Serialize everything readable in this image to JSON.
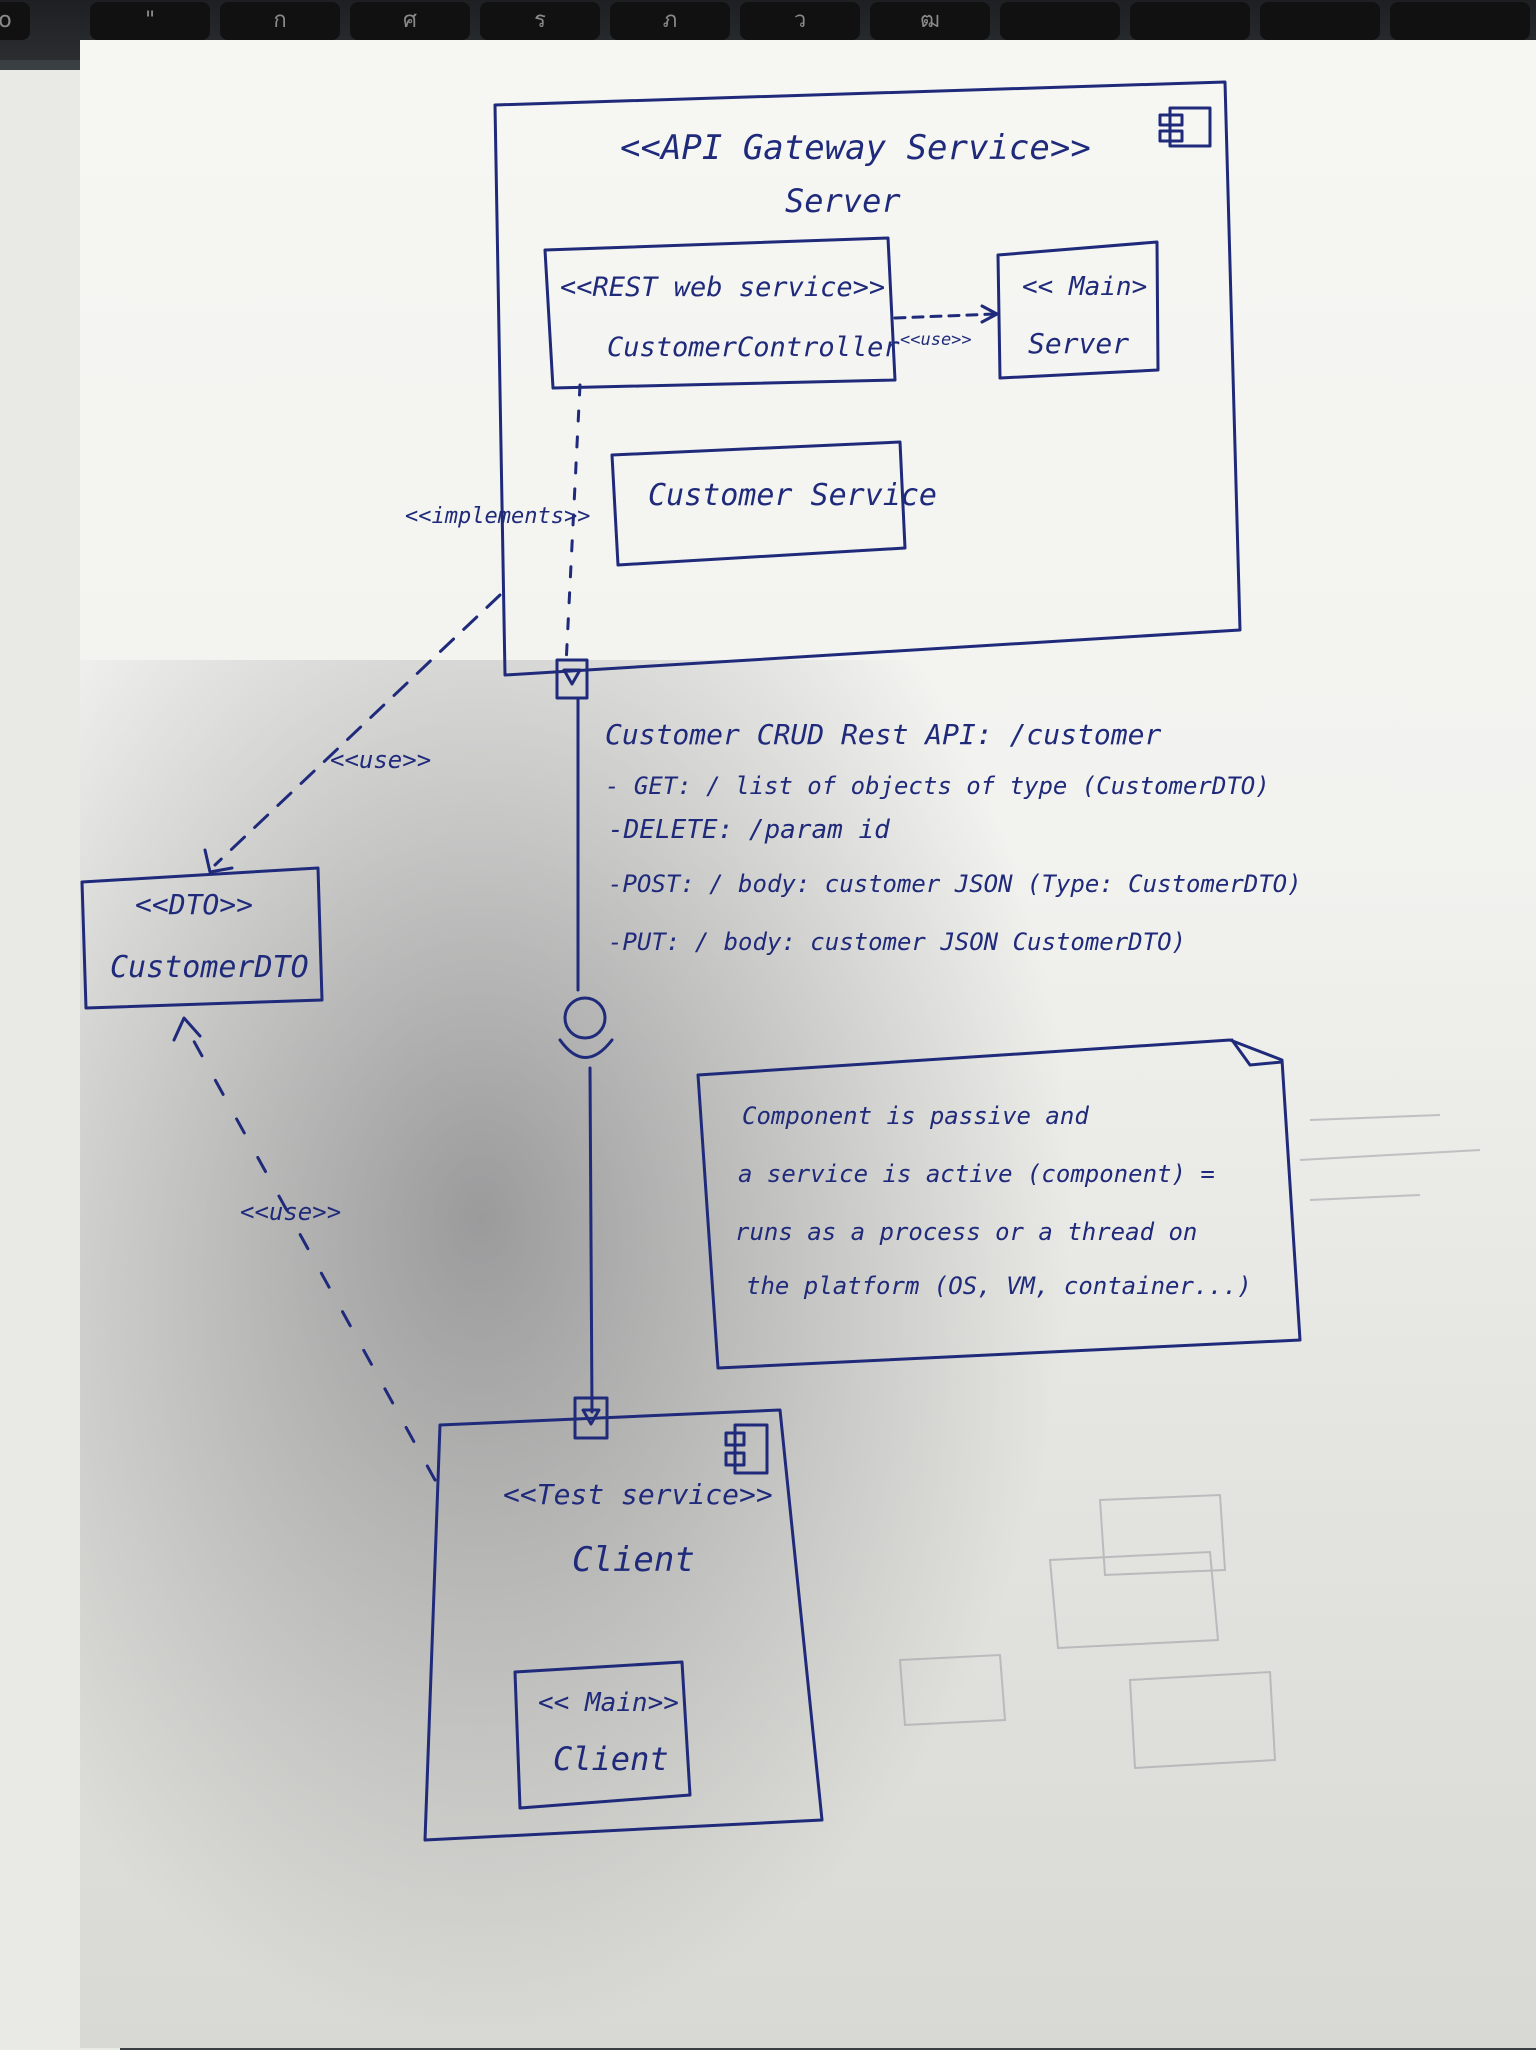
{
  "keyboard": {
    "keys": [
      "o",
      "\"",
      "ก",
      "ศ",
      "ร",
      "ภ",
      "ว",
      "ฒ"
    ]
  },
  "gateway": {
    "stereotype": "<<API Gateway Service>>",
    "name": "Server"
  },
  "controller": {
    "stereotype": "<<REST web service>>",
    "name": "CustomerController"
  },
  "main_server": {
    "stereotype": "<< Main>",
    "name": "Server"
  },
  "customer_service": {
    "name": "Customer Service"
  },
  "edge_use_controller_main": "<<use>>",
  "edge_implements": "<<implements>>",
  "edge_use_dto": "<<use>>",
  "edge_use_client_dto": "<<use>>",
  "dto": {
    "stereotype": "<<DTO>>",
    "name": "CustomerDTO"
  },
  "api": {
    "title": "Customer CRUD Rest API: /customer",
    "lines": [
      "- GET: /  list of objects of type (CustomerDTO)",
      "-DELETE: /param id",
      "-POST: / body: customer JSON (Type: CustomerDTO)",
      "-PUT: / body: customer JSON  CustomerDTO)"
    ]
  },
  "note": {
    "lines": [
      "Component is passive  and",
      "a  service  is active (component) =",
      "runs as a process or a thread on",
      "the platform (OS, VM, container...)"
    ]
  },
  "client": {
    "stereotype": "<<Test service>>",
    "name": "Client"
  },
  "main_client": {
    "stereotype": "<< Main>>",
    "name": "Client"
  }
}
